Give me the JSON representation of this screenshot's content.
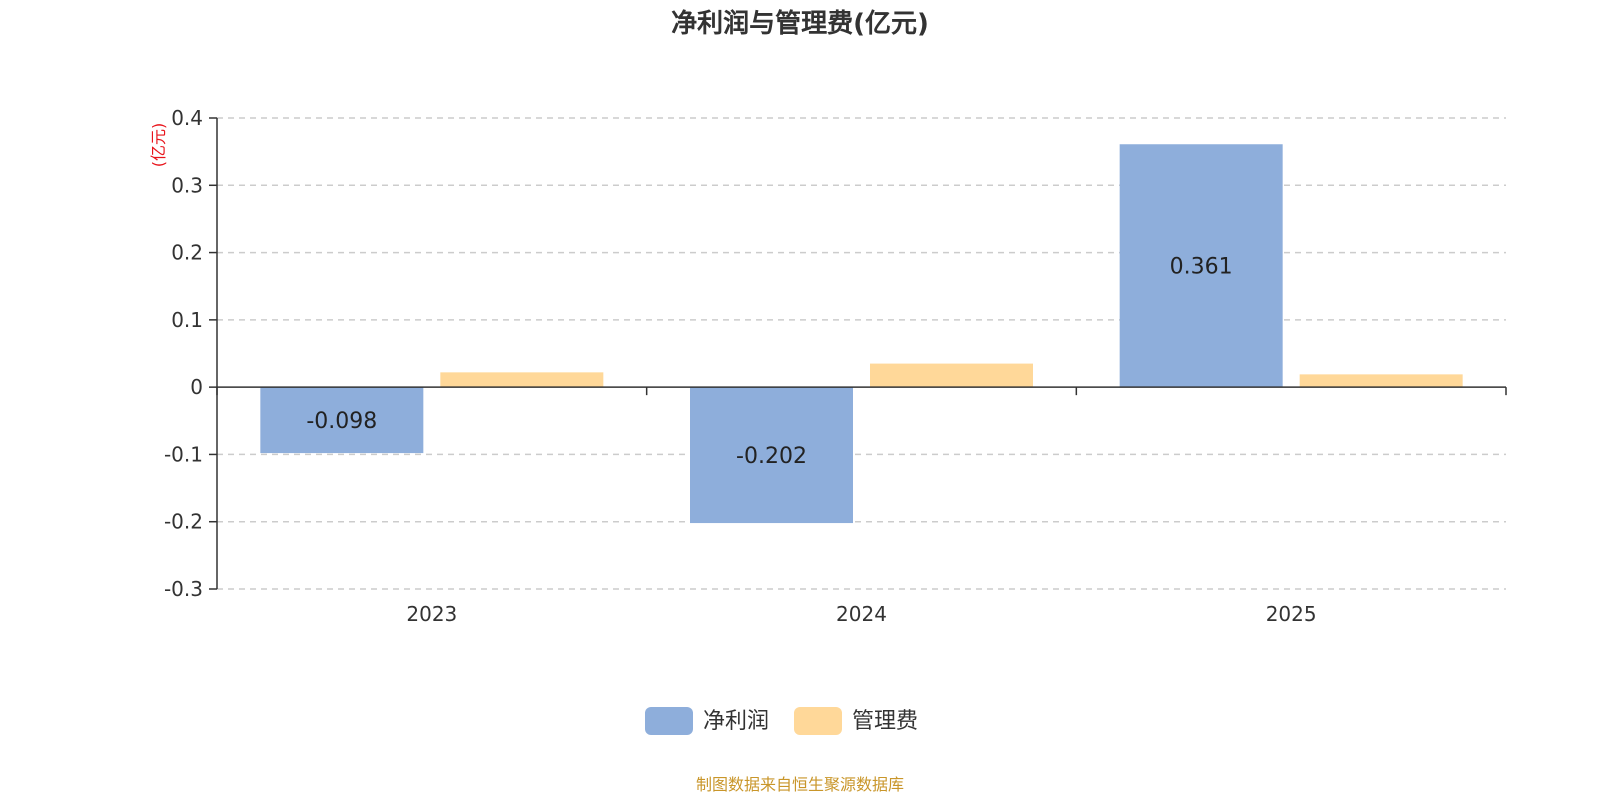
{
  "chart_data": {
    "type": "bar",
    "title": "净利润与管理费(亿元)",
    "y_unit": "(亿元)",
    "categories": [
      "2023",
      "2024",
      "2025"
    ],
    "series": [
      {
        "name": "净利润",
        "values": [
          -0.098,
          -0.202,
          0.361
        ],
        "color": "#8eaedb",
        "show_labels": true
      },
      {
        "name": "管理费",
        "values": [
          0.022,
          0.035,
          0.019
        ],
        "color": "#ffd899",
        "show_labels": false
      }
    ],
    "ylim": [
      -0.3,
      0.4
    ],
    "yticks": [
      "0.4",
      "0.3",
      "0.2",
      "0.1",
      "0",
      "-0.1",
      "-0.2",
      "-0.3"
    ],
    "grid": true,
    "legend_position": "bottom-center",
    "unit_color": "#e8141b"
  },
  "source": {
    "text": "制图数据来自恒生聚源数据库",
    "color": "#c9962a"
  }
}
